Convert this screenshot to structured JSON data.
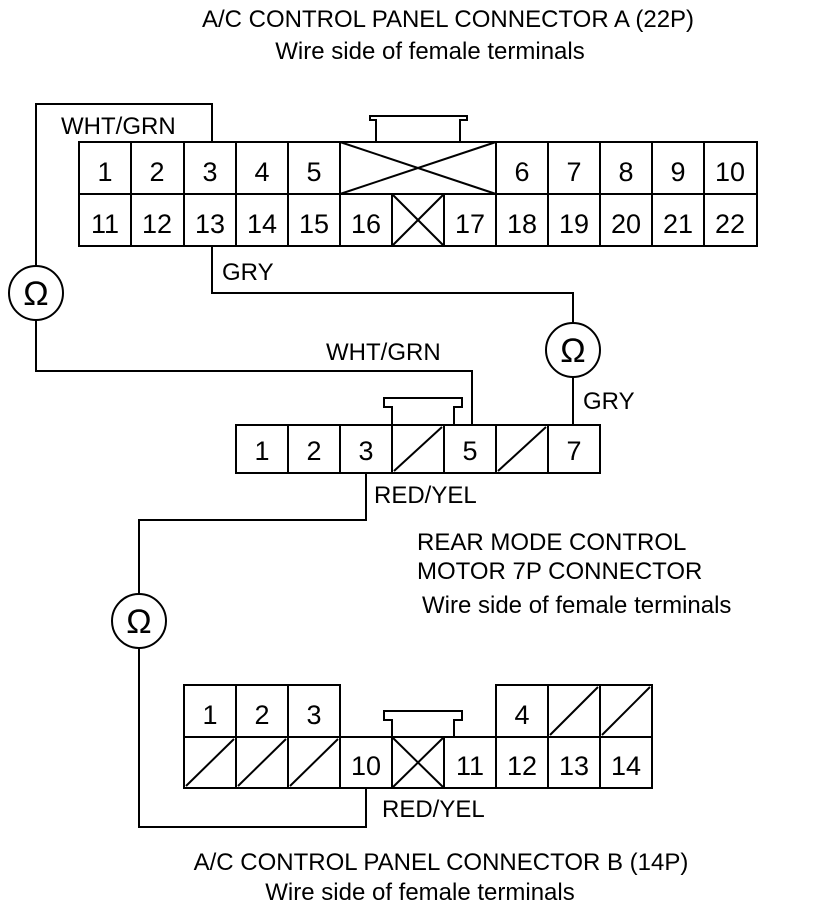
{
  "connector_a": {
    "title": "A/C CONTROL PANEL CONNECTOR A (22P)",
    "subtitle": "Wire side of female terminals",
    "top_row": [
      "1",
      "2",
      "3",
      "4",
      "5",
      "6",
      "7",
      "8",
      "9",
      "10"
    ],
    "bottom_row": [
      "11",
      "12",
      "13",
      "14",
      "15",
      "16",
      "17",
      "18",
      "19",
      "20",
      "21",
      "22"
    ]
  },
  "motor_connector": {
    "title_line1": "REAR MODE CONTROL",
    "title_line2": "MOTOR 7P CONNECTOR",
    "subtitle": "Wire side of female terminals",
    "terminals": [
      "1",
      "2",
      "3",
      "5",
      "7"
    ]
  },
  "connector_b": {
    "title": "A/C CONTROL PANEL CONNECTOR B (14P)",
    "subtitle": "Wire side of female terminals",
    "top_row": [
      "1",
      "2",
      "3",
      "4"
    ],
    "bottom_row": [
      "10",
      "11",
      "12",
      "13",
      "14"
    ]
  },
  "wires": {
    "wht_grn_a": "WHT/GRN",
    "gry_a": "GRY",
    "wht_grn_motor": "WHT/GRN",
    "gry_motor": "GRY",
    "red_yel_motor": "RED/YEL",
    "red_yel_b": "RED/YEL"
  },
  "meter_symbol": "Ω"
}
